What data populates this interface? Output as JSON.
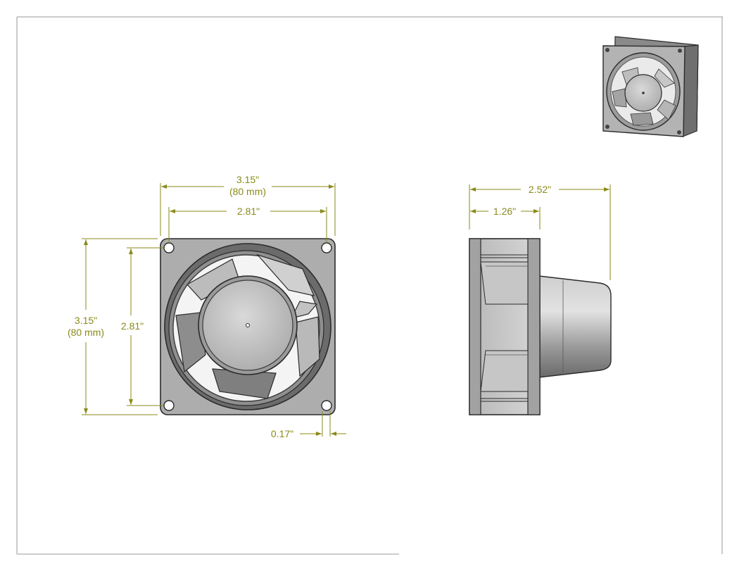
{
  "colors": {
    "dimension": "#8a8a1a",
    "body_light": "#c9c9c9",
    "body_mid": "#a9a9a9",
    "body_dark": "#6e6e6e",
    "outline": "#2b2b2b",
    "frame": "#7a7a7a"
  },
  "front_view": {
    "overall_width": {
      "value": "3.15\"",
      "metric": "(80 mm)"
    },
    "hole_spacing_width": {
      "value": "2.81\""
    },
    "overall_height": {
      "value": "3.15\"",
      "metric": "(80 mm)"
    },
    "hole_spacing_height": {
      "value": "2.81\""
    },
    "hole_offset": {
      "value": "0.17\""
    }
  },
  "side_view": {
    "overall_depth": {
      "value": "2.52\""
    },
    "frame_depth": {
      "value": "1.26\""
    }
  }
}
